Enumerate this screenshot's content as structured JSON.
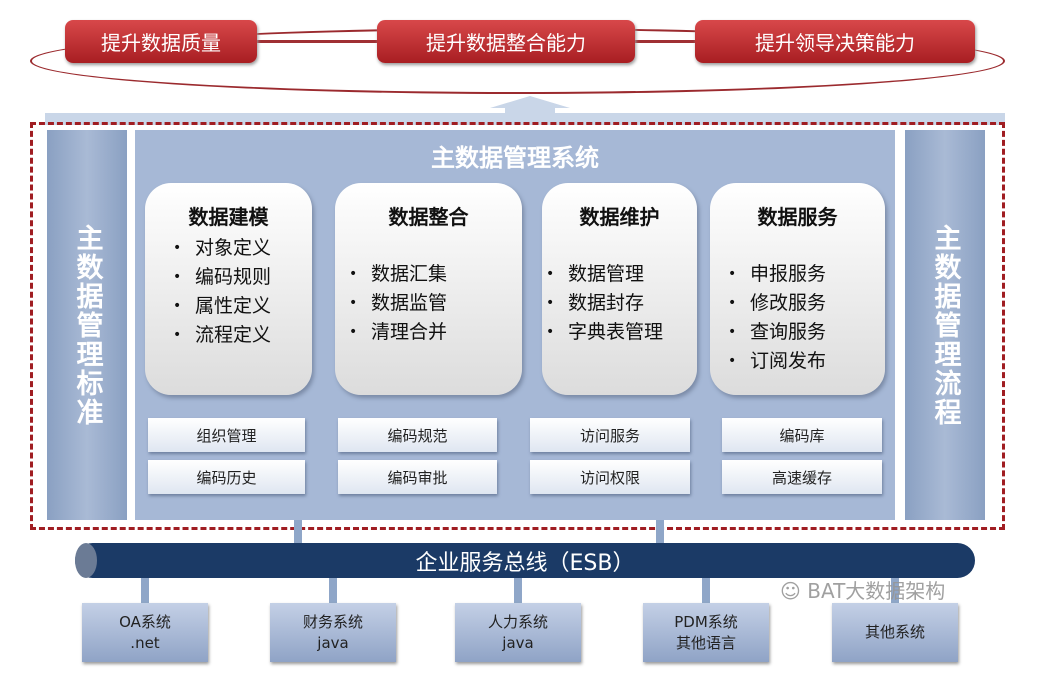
{
  "goals": [
    "提升数据质量",
    "提升数据整合能力",
    "提升领导决策能力"
  ],
  "left_label": "主数据管理标准",
  "right_label": "主数据管理流程",
  "system_title": "主数据管理系统",
  "modules": [
    {
      "title": "数据建模",
      "items": [
        "对象定义",
        "编码规则",
        "属性定义",
        "流程定义"
      ]
    },
    {
      "title": "数据整合",
      "items": [
        "数据汇集",
        "数据监管",
        "清理合并"
      ]
    },
    {
      "title": "数据维护",
      "items": [
        "数据管理",
        "数据封存",
        "字典表管理"
      ]
    },
    {
      "title": "数据服务",
      "items": [
        "申报服务",
        "修改服务",
        "查询服务",
        "订阅发布"
      ]
    }
  ],
  "functions": [
    [
      "组织管理",
      "编码历史"
    ],
    [
      "编码规范",
      "编码审批"
    ],
    [
      "访问服务",
      "访问权限"
    ],
    [
      "编码库",
      "高速缓存"
    ]
  ],
  "esb": "企业服务总线（ESB）",
  "systems": [
    [
      "OA系统",
      ".net"
    ],
    [
      "财务系统",
      "java"
    ],
    [
      "人力系统",
      "java"
    ],
    [
      "PDM系统",
      "其他语言"
    ],
    [
      "其他系统",
      ""
    ]
  ],
  "watermark": "BAT大数据架构"
}
